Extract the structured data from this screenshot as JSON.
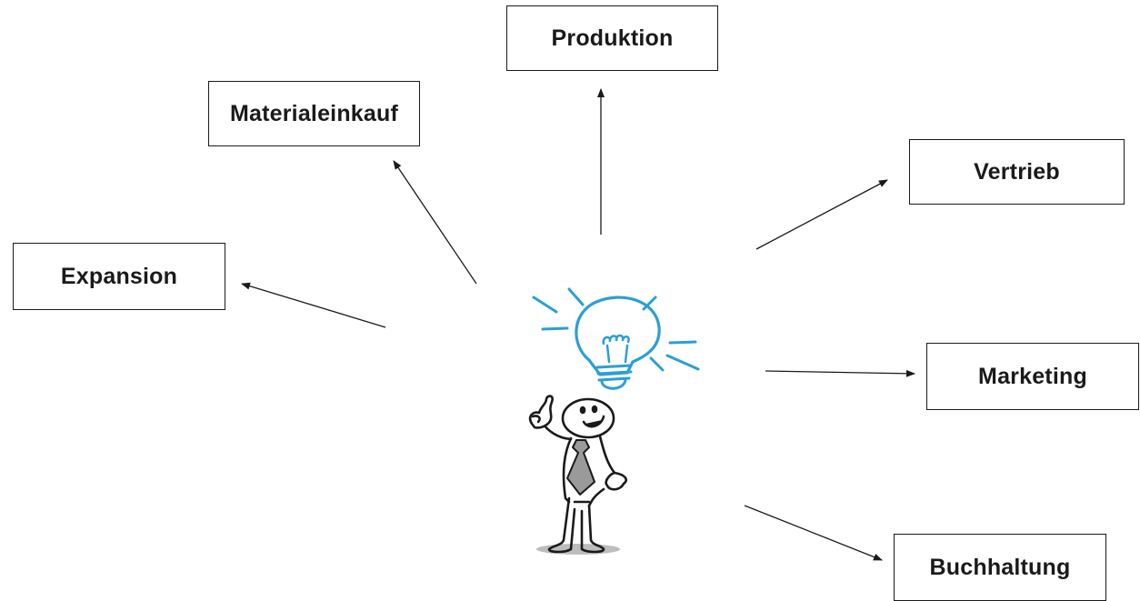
{
  "nodes": {
    "produktion": "Produktion",
    "materialeinkauf": "Materialeinkauf",
    "vertrieb": "Vertrieb",
    "expansion": "Expansion",
    "marketing": "Marketing",
    "buchhaltung": "Buchhaltung"
  },
  "colors": {
    "lightbulb": "#2a9fd6",
    "line": "#1a1a1a",
    "tie": "#9a9a9a",
    "shadow": "#bdbdbd"
  },
  "icons": {
    "center_figure": "stick-figure-with-lightbulb-icon"
  }
}
